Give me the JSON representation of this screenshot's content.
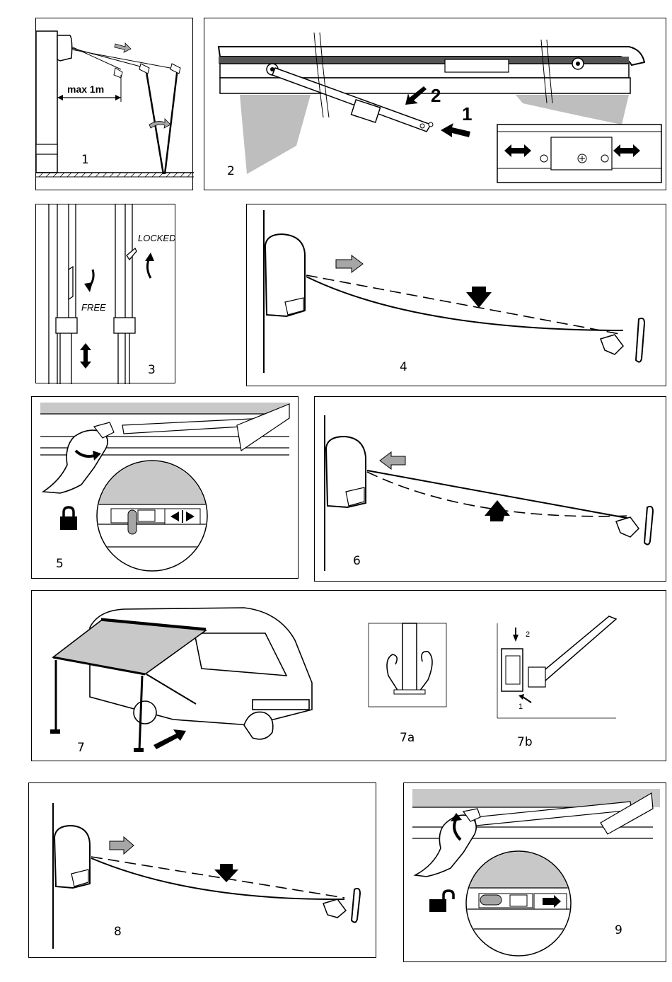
{
  "panels": {
    "p1": {
      "number": "1",
      "dimension_label": "max 1m"
    },
    "p2": {
      "number": "2",
      "step1": "1",
      "step2": "2"
    },
    "p3": {
      "number": "3",
      "locked_label": "LOCKED",
      "free_label": "FREE"
    },
    "p4": {
      "number": "4"
    },
    "p5": {
      "number": "5",
      "lock_state_icon": "padlock-locked-icon"
    },
    "p6": {
      "number": "6"
    },
    "p7": {
      "number": "7",
      "sub_a": "7a",
      "sub_b": "7b",
      "sub_b_step1": "1",
      "sub_b_step2": "2"
    },
    "p8": {
      "number": "8"
    },
    "p9": {
      "number": "9",
      "lock_state_icon": "padlock-unlocked-icon"
    }
  },
  "colors": {
    "ink": "#000000",
    "arrow_grey": "#a6a6a6",
    "shade_grey": "#c8c8c8",
    "paper": "#ffffff"
  }
}
